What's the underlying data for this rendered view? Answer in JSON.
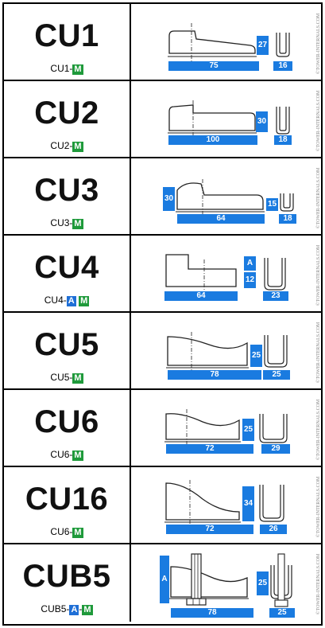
{
  "rows": [
    {
      "code": "CU1",
      "sub_prefix": "CU1-",
      "tags": [
        "M"
      ],
      "length": "75",
      "height": "27",
      "width": "16"
    },
    {
      "code": "CU2",
      "sub_prefix": "CU2-",
      "tags": [
        "M"
      ],
      "length": "100",
      "height": "30",
      "width": "18"
    },
    {
      "code": "CU3",
      "sub_prefix": "CU3-",
      "tags": [
        "M"
      ],
      "length": "64",
      "height": "15",
      "width": "18",
      "extra_height": "30"
    },
    {
      "code": "CU4",
      "sub_prefix": "CU4-",
      "tags": [
        "A",
        "M"
      ],
      "length": "64",
      "height": "12",
      "width": "23",
      "height_tag": "A"
    },
    {
      "code": "CU5",
      "sub_prefix": "CU5-",
      "tags": [
        "M"
      ],
      "length": "78",
      "height": "25",
      "width": "25"
    },
    {
      "code": "CU6",
      "sub_prefix": "CU6-",
      "tags": [
        "M"
      ],
      "length": "72",
      "height": "25",
      "width": "29"
    },
    {
      "code": "CU16",
      "sub_prefix": "CU6-",
      "tags": [
        "M"
      ],
      "length": "72",
      "height": "34",
      "width": "26"
    },
    {
      "code": "CUB5",
      "sub_prefix": "CUB5-",
      "tags": [
        "A",
        "M"
      ],
      "length": "78",
      "height": "25",
      "width": "25",
      "side_tag": "A"
    }
  ],
  "watermark": "©TOWER-INTERNALS.COM",
  "colors": {
    "dimension_blue": "#1a7be0",
    "tag_m_green": "#1f9a3b",
    "tag_a_blue": "#1f6fd6"
  }
}
